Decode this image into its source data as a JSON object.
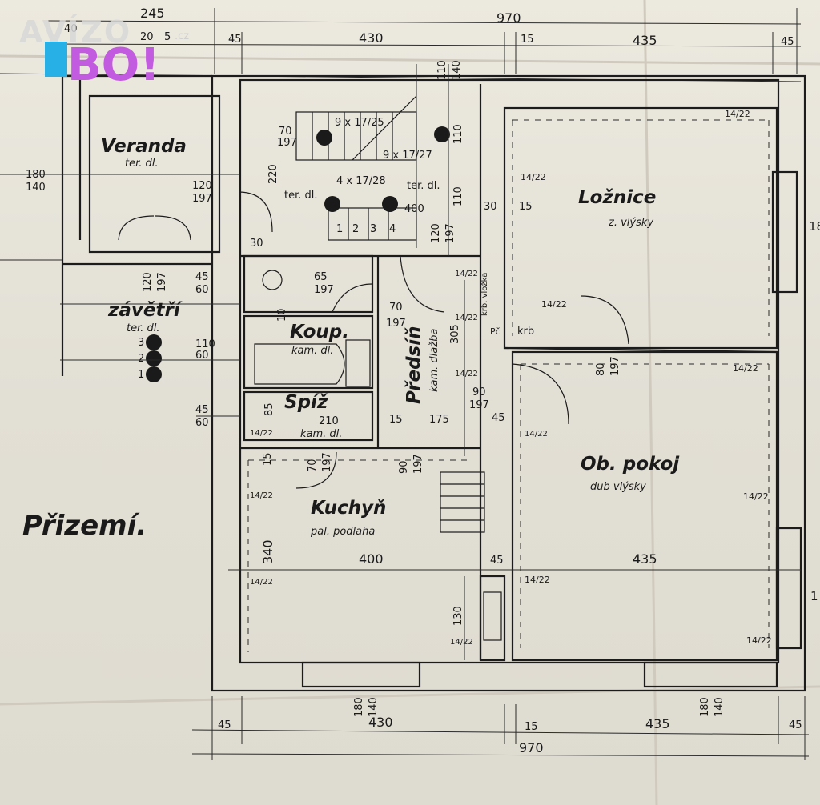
{
  "watermark": {
    "text": "AVÍZO",
    "suffix": ".cz",
    "badge": "BO!"
  },
  "title": "Přizemí.",
  "rooms": {
    "veranda": {
      "name": "Veranda",
      "floor": "ter. dl."
    },
    "zavetri": {
      "name": "závětří",
      "floor": "ter. dl."
    },
    "koup": {
      "name": "Koup.",
      "floor": "kam. dl."
    },
    "spiz": {
      "name": "Spíž",
      "floor": "kam. dl."
    },
    "predsin": {
      "name": "Předsíň",
      "floor": "kam. dlažba"
    },
    "kuchyn": {
      "name": "Kuchyň",
      "floor": "pal. podlaha"
    },
    "loznice": {
      "name": "Ložnice",
      "floor": "z. vlýsky"
    },
    "obpokoj": {
      "name": "Ob. pokoj",
      "floor": "dub vlýsky"
    }
  },
  "dims_top": {
    "total": "970",
    "left": "245",
    "a": "45",
    "b": "430",
    "c": "15",
    "d": "435",
    "e": "45",
    "f": "40",
    "g": "20",
    "h": "5"
  },
  "dims_bottom": {
    "a": "45",
    "b": "430",
    "c": "15",
    "d": "435",
    "e": "45",
    "total": "970"
  },
  "labels": {
    "ter_dl_1": "ter. dl.",
    "ter_dl_2": "ter. dl.",
    "st1": "9 x 17/25",
    "st2": "9 x 17/27",
    "st3": "4 x 17/28",
    "st_400": "400",
    "krb_vlozka": "krb. vložka",
    "krb": "krb",
    "pc": "Pč",
    "n180_140_l": "180",
    "n140_l": "140",
    "d70": "70",
    "d197": "197",
    "d120": "120",
    "d197b": "197",
    "d220": "220",
    "d30": "30",
    "d110a": "110",
    "d140a": "140",
    "d110b": "110",
    "d110c": "110",
    "d30b": "30",
    "d15": "15",
    "d120b": "120",
    "d197c": "197",
    "d45a": "45",
    "d60a": "60",
    "d65": "65",
    "d197d": "197",
    "d120c": "120",
    "d197e": "197",
    "d10": "10",
    "d110d": "110",
    "d60b": "60",
    "d70b": "70",
    "d197f": "197",
    "d305": "305",
    "d45b": "45",
    "d60c": "60",
    "d85": "85",
    "d210": "210",
    "d15b": "15",
    "d175": "175",
    "d90": "90",
    "d197g": "197",
    "d45c": "45",
    "d80": "80",
    "d197h": "197",
    "d70c": "70",
    "d197i": "197",
    "d90b": "90",
    "d197j": "197",
    "d15c": "15",
    "d340": "340",
    "d400": "400",
    "d45d": "45",
    "d435": "435",
    "d130": "130",
    "d180b": "180",
    "d140b": "140",
    "d180c": "180",
    "d140c": "140",
    "k1422a": "14/22",
    "k1422b": "14/22",
    "k1422c": "14/22",
    "k1422d": "14/22",
    "k1422e": "14/22",
    "k1422f": "14/22",
    "k1422g": "14/22",
    "k1422h": "14/22",
    "k1422i": "14/22",
    "k1422j": "14/22",
    "k1422k": "14/22",
    "k1422l": "14/22",
    "k1422m": "14/22",
    "k1422n": "14/22",
    "k1422o": "14/22",
    "st_n1": "1",
    "st_n2": "2",
    "st_n3": "3",
    "st_n4": "4",
    "z1": "1",
    "z2": "2",
    "z3": "3",
    "edge_r1": "18",
    "edge_r2": "1"
  }
}
